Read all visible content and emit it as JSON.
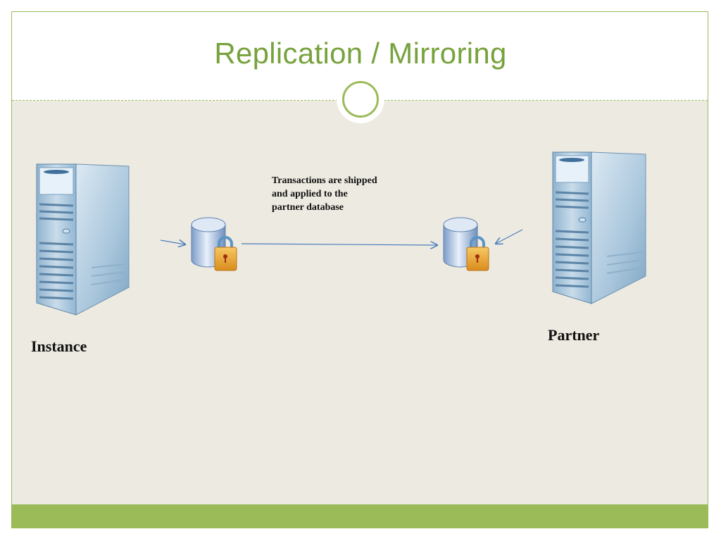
{
  "slide": {
    "title": "Replication / Mirroring",
    "theme_accent": "#9bbb59",
    "title_color": "#77a23d",
    "content_background": "#edeae1"
  },
  "diagram": {
    "nodes": [
      {
        "id": "instance-server",
        "icon": "server-tower-icon",
        "label": "Instance"
      },
      {
        "id": "instance-database",
        "icon": "locked-database-icon"
      },
      {
        "id": "partner-database",
        "icon": "locked-database-icon"
      },
      {
        "id": "partner-server",
        "icon": "server-tower-icon",
        "label": "Partner"
      }
    ],
    "edges": [
      {
        "from": "instance-server",
        "to": "instance-database"
      },
      {
        "from": "instance-database",
        "to": "partner-database",
        "label": "Transactions are shipped\nand applied to the\npartner database"
      },
      {
        "from": "partner-server",
        "to": "partner-database"
      }
    ],
    "arrow_color": "#4a7ebb"
  }
}
